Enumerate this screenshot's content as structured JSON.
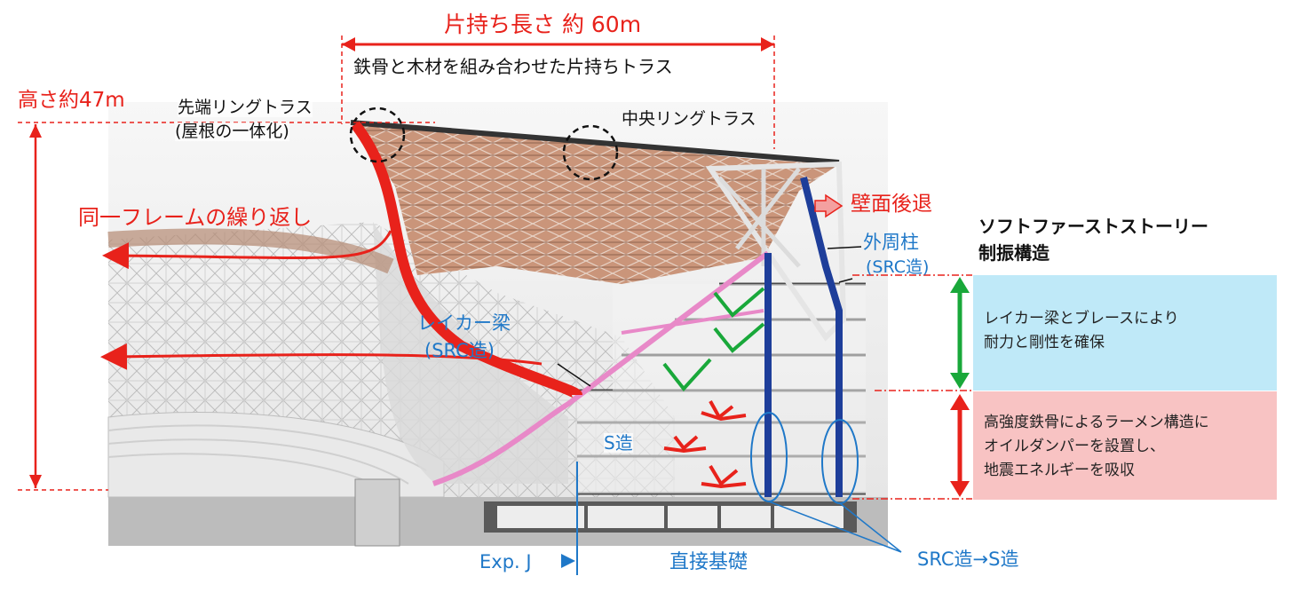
{
  "labels": {
    "span_length": "片持ち長さ 約 60m",
    "truss_desc": "鉄骨と木材を組み合わせた片持ちトラス",
    "height": "高さ約47m",
    "tip_ring_line1": "先端リングトラス",
    "tip_ring_line2": "(屋根の一体化)",
    "center_ring": "中央リングトラス",
    "repeat_frame": "同一フレームの繰り返し",
    "wall_setback": "壁面後退",
    "outer_column_line1": "外周柱",
    "outer_column_line2": "(SRC造)",
    "raker_beam_line1": "レイカー梁",
    "raker_beam_line2": "(SRC造)",
    "s_structure": "S造",
    "exp_j": "Exp. J",
    "direct_foundation": "直接基礎",
    "src_to_s": "SRC造→S造",
    "soft_story_line1": "ソフトファーストストーリー",
    "soft_story_line2": "制振構造"
  },
  "boxes": {
    "upper": {
      "line1": "レイカー梁とブレースにより",
      "line2": "耐力と剛性を確保",
      "color": "#bfe9f8"
    },
    "lower": {
      "line1": "高強度鉄骨によるラーメン構造に",
      "line2": "オイルダンパーを設置し、",
      "line3": "地震エネルギーを吸収",
      "color": "#f8c3c3"
    }
  },
  "colors": {
    "red": "#e8221b",
    "blue": "#1f78c8",
    "green": "#19a83a",
    "pink": "#e889c8",
    "navy": "#1e3e9a",
    "timber": "#c89074"
  }
}
